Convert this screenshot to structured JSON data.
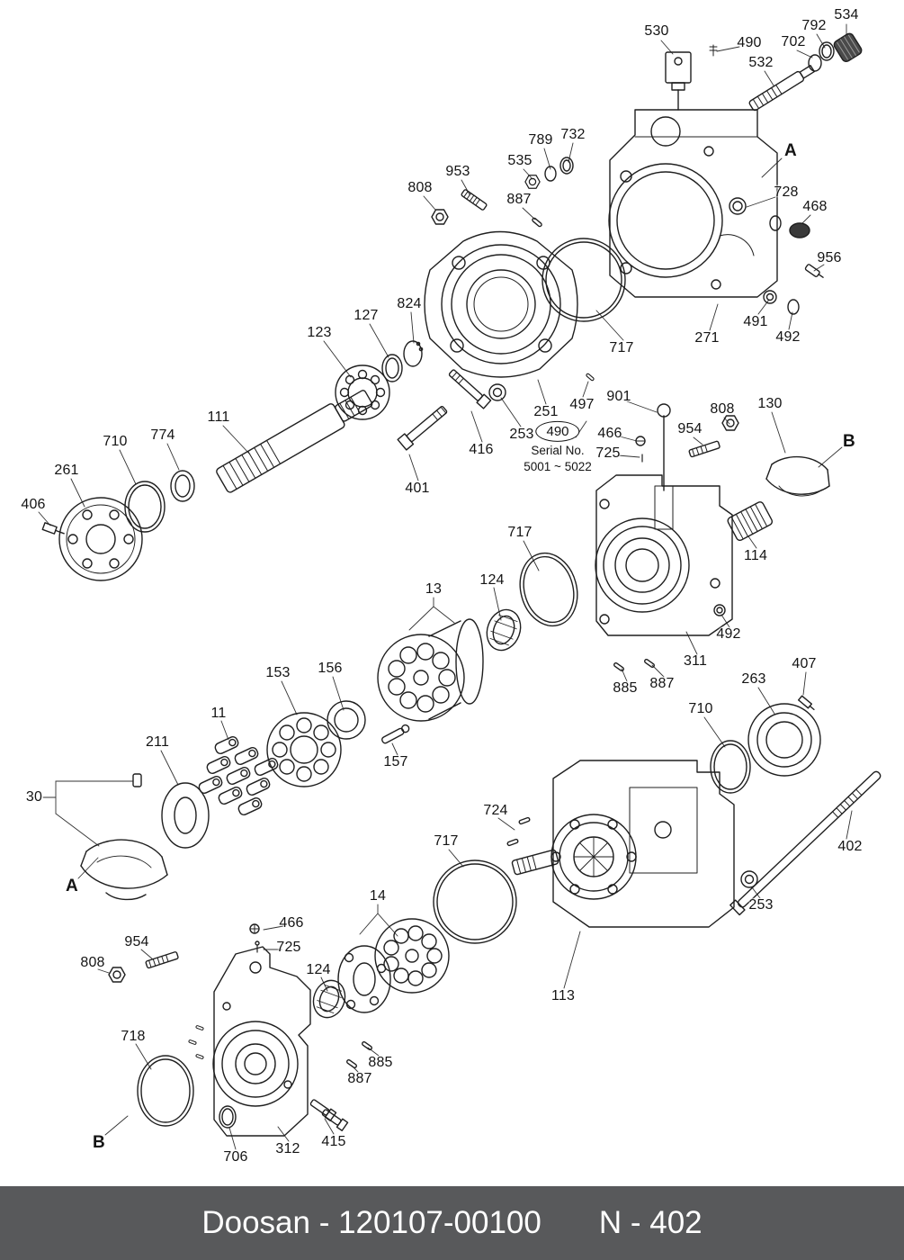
{
  "colors": {
    "ink": "#1f1f1f",
    "footer_bg": "#58595b",
    "footer_text": "#ffffff",
    "background": "#ffffff"
  },
  "callouts": [
    {
      "text": "530"
    },
    {
      "text": "490"
    },
    {
      "text": "792"
    },
    {
      "text": "534"
    },
    {
      "text": "702"
    },
    {
      "text": "532"
    },
    {
      "text": "789"
    },
    {
      "text": "732"
    },
    {
      "text": "535"
    },
    {
      "text": "887"
    },
    {
      "text": "953"
    },
    {
      "text": "808"
    },
    {
      "text": "A"
    },
    {
      "text": "728"
    },
    {
      "text": "468"
    },
    {
      "text": "956"
    },
    {
      "text": "491"
    },
    {
      "text": "492"
    },
    {
      "text": "271"
    },
    {
      "text": "717"
    },
    {
      "text": "824"
    },
    {
      "text": "127"
    },
    {
      "text": "123"
    },
    {
      "text": "111"
    },
    {
      "text": "774"
    },
    {
      "text": "710"
    },
    {
      "text": "261"
    },
    {
      "text": "406"
    },
    {
      "text": "401"
    },
    {
      "text": "416"
    },
    {
      "text": "253"
    },
    {
      "text": "251"
    },
    {
      "text": "497"
    },
    {
      "text": "901"
    },
    {
      "text": "466"
    },
    {
      "text": "725"
    },
    {
      "text": "808"
    },
    {
      "text": "954"
    },
    {
      "text": "130"
    },
    {
      "text": "B"
    },
    {
      "text": "114"
    },
    {
      "text": "717"
    },
    {
      "text": "13"
    },
    {
      "text": "124"
    },
    {
      "text": "492"
    },
    {
      "text": "311"
    },
    {
      "text": "885"
    },
    {
      "text": "887"
    },
    {
      "text": "153"
    },
    {
      "text": "156"
    },
    {
      "text": "263"
    },
    {
      "text": "407"
    },
    {
      "text": "710"
    },
    {
      "text": "11"
    },
    {
      "text": "211"
    },
    {
      "text": "157"
    },
    {
      "text": "30"
    },
    {
      "text": "A"
    },
    {
      "text": "724"
    },
    {
      "text": "717"
    },
    {
      "text": "402"
    },
    {
      "text": "253"
    },
    {
      "text": "14"
    },
    {
      "text": "466"
    },
    {
      "text": "725"
    },
    {
      "text": "954"
    },
    {
      "text": "808"
    },
    {
      "text": "124"
    },
    {
      "text": "113"
    },
    {
      "text": "718"
    },
    {
      "text": "885"
    },
    {
      "text": "887"
    },
    {
      "text": "706"
    },
    {
      "text": "312"
    },
    {
      "text": "415"
    },
    {
      "text": "B"
    }
  ],
  "serial_note": {
    "number": "490",
    "line1": "Serial No.",
    "line2": "5001 ~ 5022"
  },
  "footer": {
    "left": "Doosan - 120107-00100",
    "right": "N - 402"
  }
}
